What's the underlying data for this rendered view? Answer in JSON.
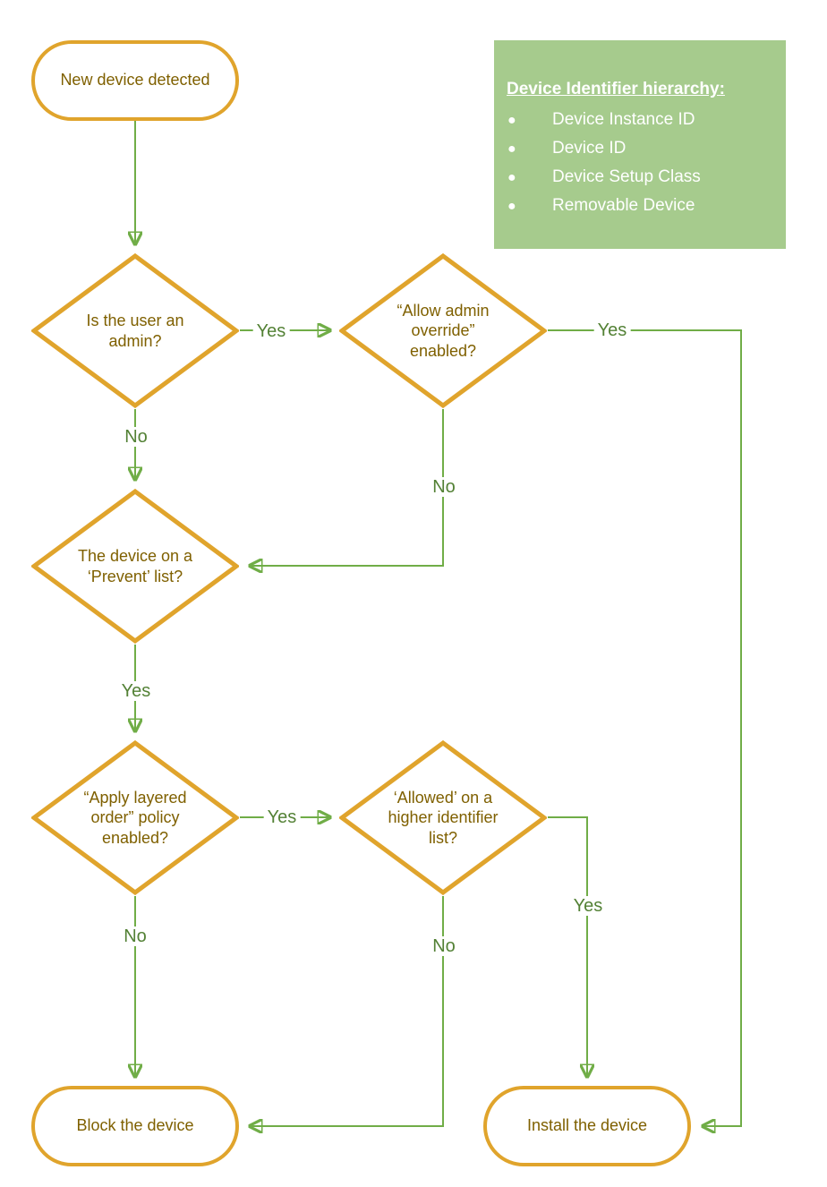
{
  "colors": {
    "gold": "#E0A42C",
    "shape-text": "#7F6000",
    "connector": "#70AD47",
    "edge-label": "#538135",
    "legend-bg": "#A6CB8D",
    "legend-text": "#FFFFFF",
    "bg": "#FFFFFF"
  },
  "nodes": {
    "start": {
      "label": "New device detected"
    },
    "d1": {
      "label": "Is the user an admin?"
    },
    "d2": {
      "label": "“Allow admin override” enabled?"
    },
    "d3": {
      "label": "The device on a ‘Prevent’ list?"
    },
    "d4": {
      "label": "“Apply layered order” policy enabled?"
    },
    "d5": {
      "label": "‘Allowed’ on a higher identifier list?"
    },
    "block": {
      "label": "Block the device"
    },
    "install": {
      "label": "Install the device"
    }
  },
  "edge_labels": {
    "d1_yes": "Yes",
    "d1_no": "No",
    "d2_yes": "Yes",
    "d2_no": "No",
    "d3_yes": "Yes",
    "d4_yes": "Yes",
    "d4_no": "No",
    "d5_yes": "Yes",
    "d5_no": "No"
  },
  "legend": {
    "title": "Device Identifier hierarchy:",
    "items": [
      "Device Instance ID",
      "Device ID",
      "Device Setup Class",
      "Removable Device"
    ]
  }
}
